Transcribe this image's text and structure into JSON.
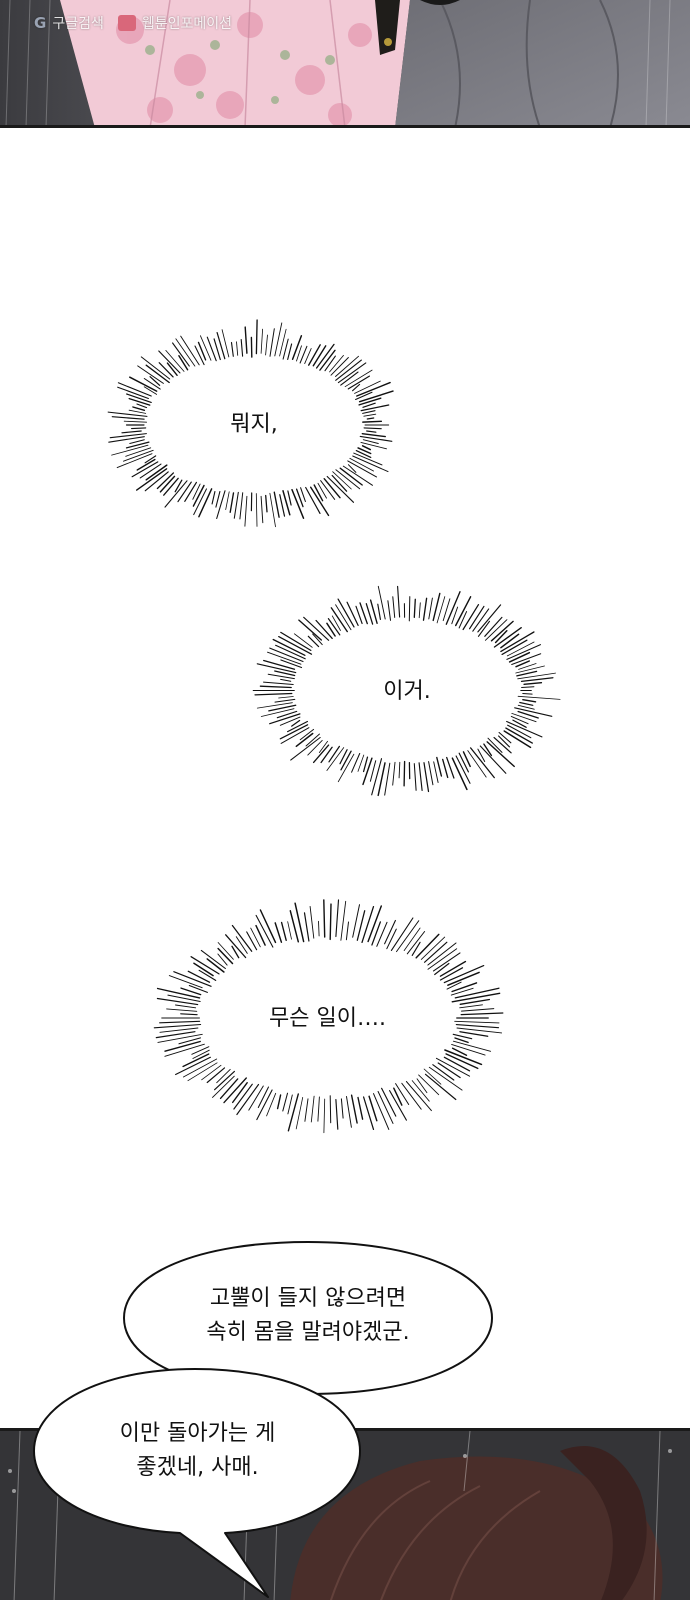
{
  "watermark": {
    "left": "구글검색",
    "right": "웹툰인포메이션"
  },
  "thoughts": [
    {
      "text": "뭐지,"
    },
    {
      "text": "이거."
    },
    {
      "text": "무슨 일이…."
    }
  ],
  "speech": [
    {
      "lines": [
        "고뿔이 들지 않으려면",
        "속히 몸을 말려야겠군."
      ]
    },
    {
      "lines": [
        "이만 돌아가는 게",
        "좋겠네, 사매."
      ]
    }
  ],
  "colors": {
    "burst_line": "#111111",
    "panel_border": "#1a1a1a",
    "hair": "#4a2e2a"
  }
}
